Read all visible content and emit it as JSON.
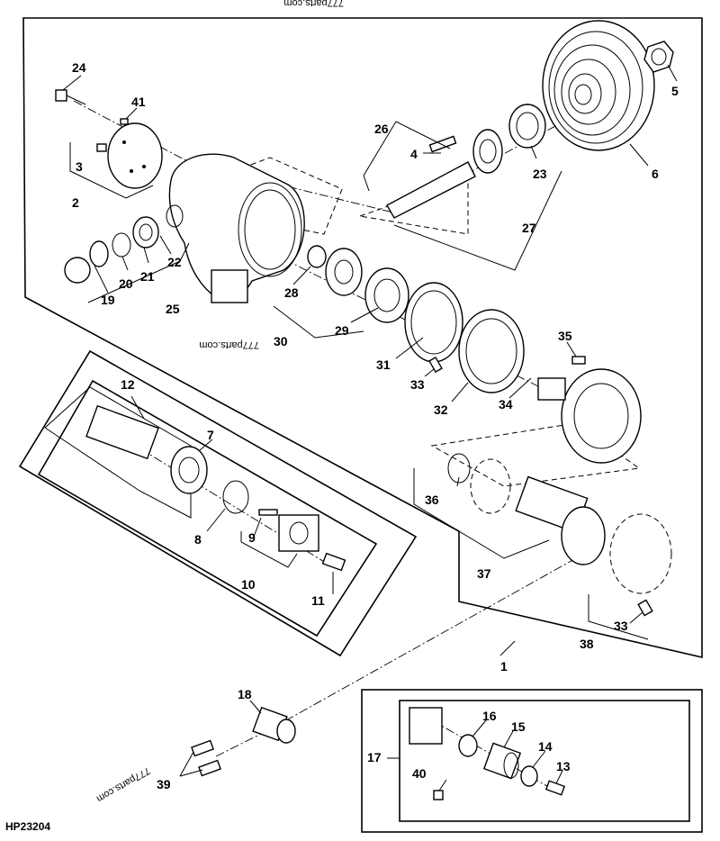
{
  "figure_id": "HP23204",
  "watermarks": [
    "777parts.com",
    "777parts.com",
    "777parts.com"
  ],
  "callouts": {
    "c1": "1",
    "c2": "2",
    "c3": "3",
    "c4": "4",
    "c5": "5",
    "c6": "6",
    "c7": "7",
    "c8": "8",
    "c9": "9",
    "c10": "10",
    "c11": "11",
    "c12": "12",
    "c13": "13",
    "c14": "14",
    "c15": "15",
    "c16": "16",
    "c17": "17",
    "c18": "18",
    "c19": "19",
    "c20": "20",
    "c21": "21",
    "c22": "22",
    "c23": "23",
    "c24": "24",
    "c25": "25",
    "c26": "26",
    "c27": "27",
    "c28": "28",
    "c29": "29",
    "c30": "30",
    "c31": "31",
    "c32": "32",
    "c33a": "33",
    "c33b": "33",
    "c34": "34",
    "c35": "35",
    "c36": "36",
    "c37": "37",
    "c38": "38",
    "c39": "39",
    "c40": "40",
    "c41": "41"
  }
}
